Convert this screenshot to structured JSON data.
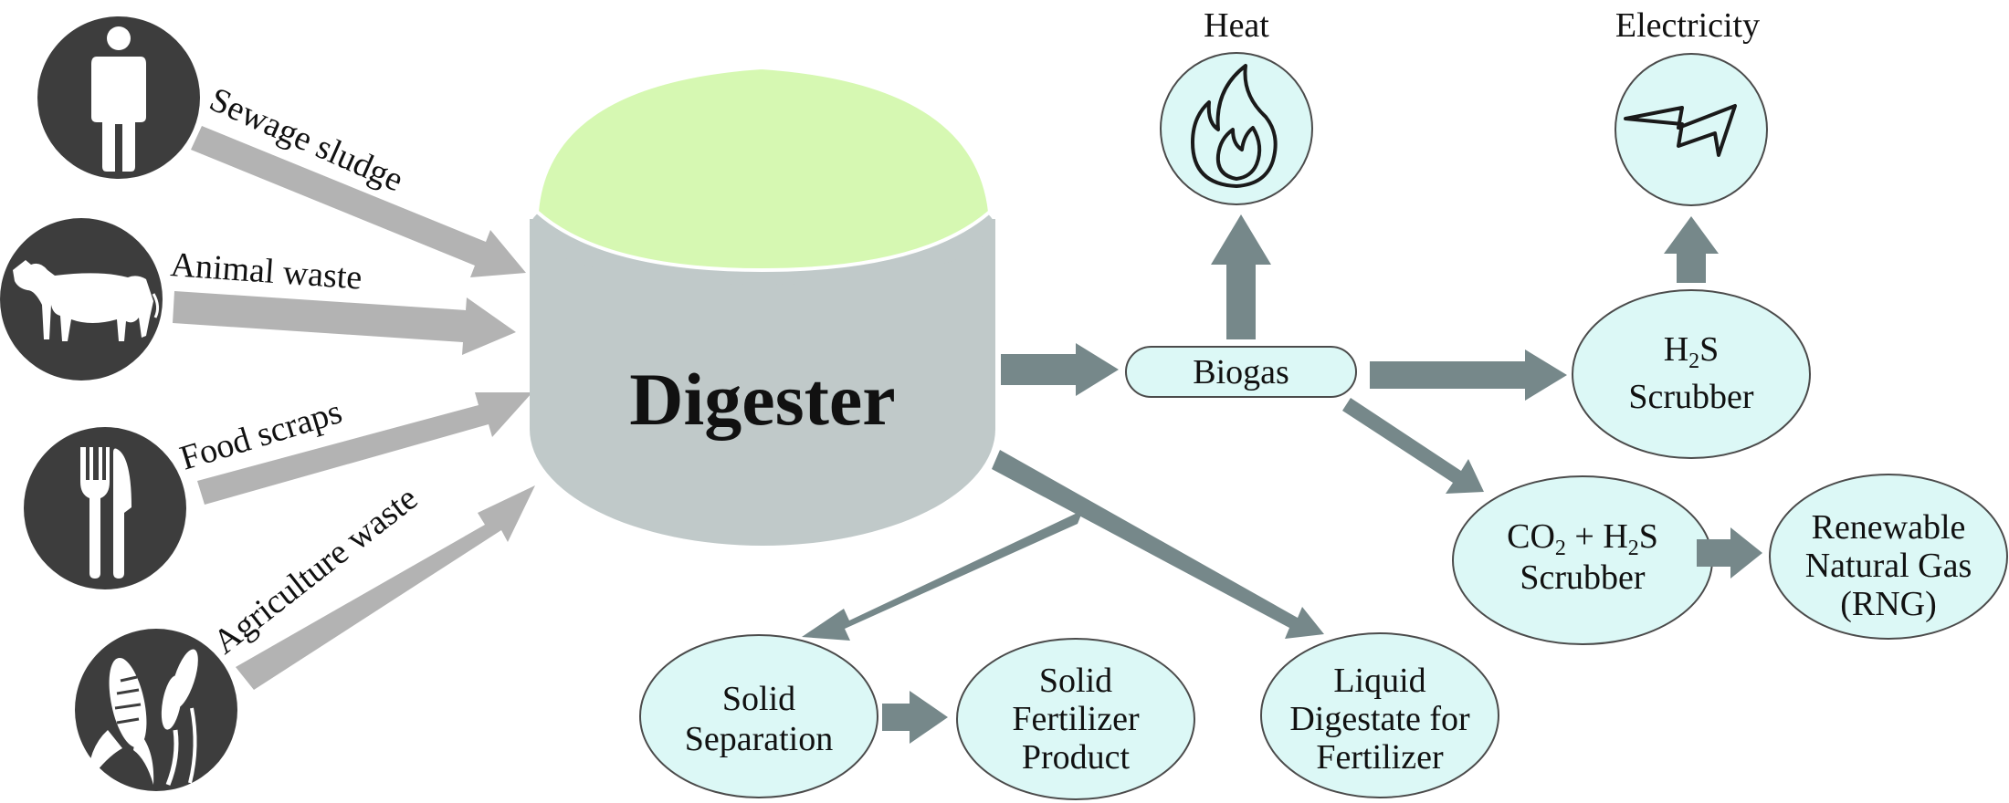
{
  "inputs": {
    "sewage": "Sewage sludge",
    "animal": "Animal waste",
    "food": "Food scraps",
    "agri": "Agriculture waste"
  },
  "digester": {
    "label": "Digester"
  },
  "biogas": "Biogas",
  "outputs": {
    "heat": "Heat",
    "electricity": "Electricity",
    "h2s": {
      "base": "H",
      "sub": "2",
      "rest": "S",
      "line2": "Scrubber"
    },
    "co2h2s": {
      "a": "CO",
      "sub1": "2",
      "b": " + H",
      "sub2": "2",
      "c": "S",
      "line2": "Scrubber"
    },
    "rng": {
      "line1": "Renewable",
      "line2": "Natural Gas",
      "line3": "(RNG)"
    },
    "solid_sep": {
      "line1": "Solid",
      "line2": "Separation"
    },
    "solid_fert": {
      "line1": "Solid",
      "line2": "Fertilizer",
      "line3": "Product"
    },
    "liquid": {
      "line1": "Liquid",
      "line2": "Digestate for",
      "line3": "Fertilizer"
    }
  },
  "colors": {
    "input_arrow": "#b3b3b3",
    "output_arrow": "#76888a",
    "node_fill": "#dcf8f6",
    "digester_body": "#c0c9c9",
    "digester_top": "#d6f8b2",
    "icon_circle": "#3d3d3d"
  },
  "icons": [
    "person-icon",
    "cow-icon",
    "fork-knife-icon",
    "corn-wheat-icon",
    "flame-icon",
    "lightning-icon"
  ]
}
